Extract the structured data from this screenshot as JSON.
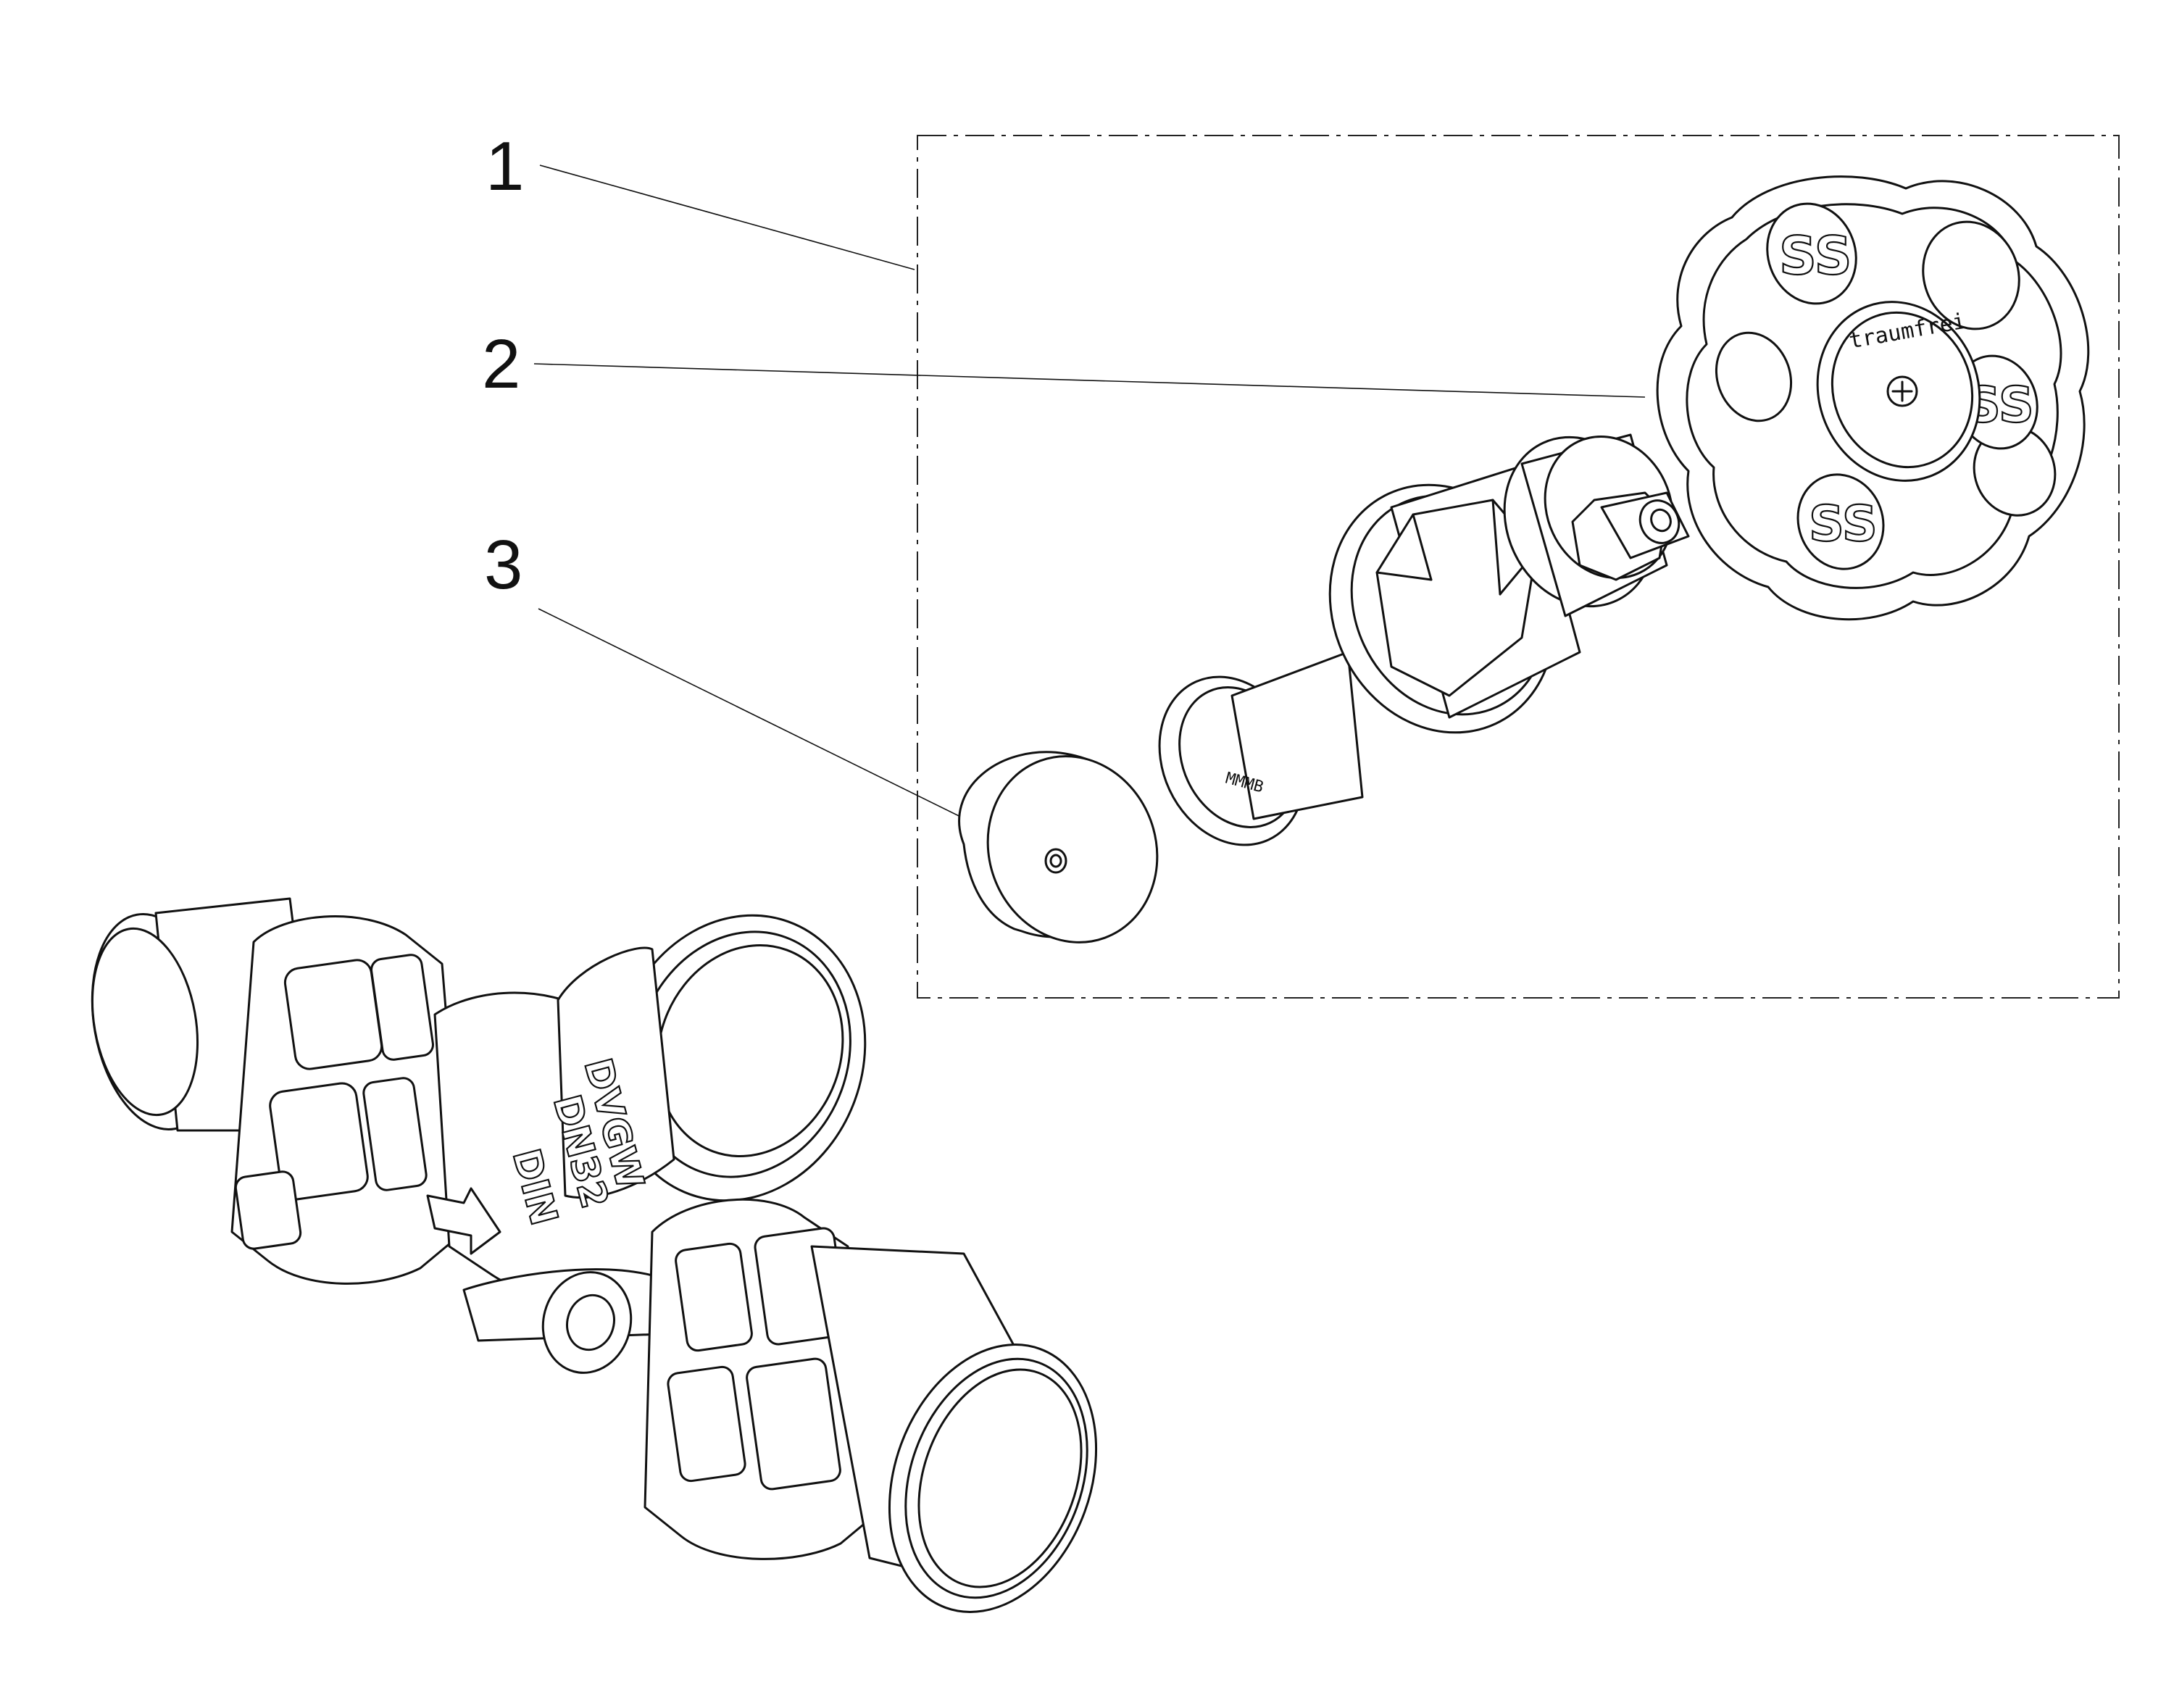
{
  "callouts": [
    {
      "number": "1"
    },
    {
      "number": "2"
    },
    {
      "number": "3"
    }
  ],
  "handwheel": {
    "cap_text": "traumfrei",
    "logo": "SS"
  },
  "valve_body": {
    "marking_line1": "DVGW",
    "marking_line2": "DN32",
    "marking_line3": "DIN"
  },
  "spindle": {
    "marking": "MMMB"
  },
  "colors": {
    "line": "#111111",
    "background": "#ffffff"
  }
}
